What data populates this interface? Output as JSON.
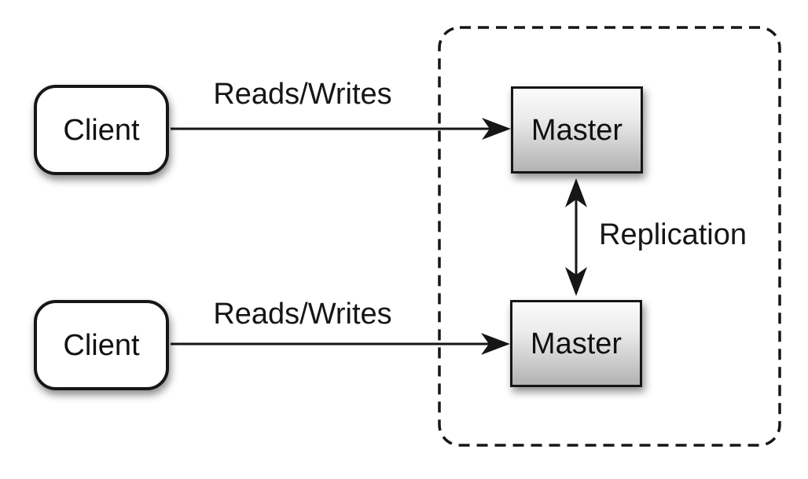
{
  "diagram": {
    "description": "Master-master replication architecture diagram",
    "nodes": {
      "client_top": "Client",
      "client_bottom": "Client",
      "master_top": "Master",
      "master_bottom": "Master"
    },
    "edges": {
      "reads_writes_top": "Reads/Writes",
      "reads_writes_bottom": "Reads/Writes",
      "replication": "Replication"
    },
    "colors": {
      "background": "#ffffff",
      "line": "#161616",
      "node_border": "#161616",
      "client_fill": "#ffffff",
      "master_fill_top": "#fbfbfb",
      "master_fill_bottom": "#b2b2b2",
      "text": "#161616"
    }
  }
}
